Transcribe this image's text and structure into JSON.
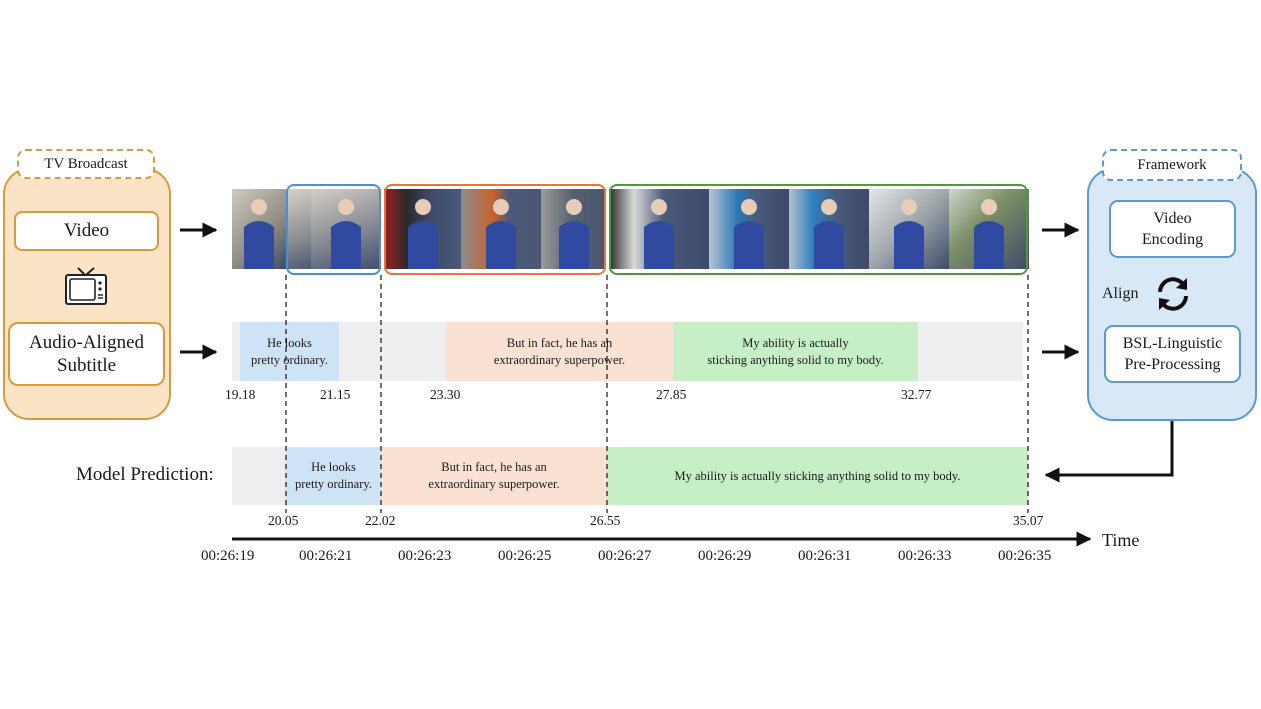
{
  "tv_broadcast": {
    "label": "TV Broadcast",
    "video": "Video",
    "subtitle_line1": "Audio-Aligned",
    "subtitle_line2": "Subtitle"
  },
  "framework": {
    "label": "Framework",
    "video_encoding_line1": "Video",
    "video_encoding_line2": "Encoding",
    "align": "Align",
    "preproc_line1": "BSL-Linguistic",
    "preproc_line2": "Pre-Processing"
  },
  "subtitles": {
    "s1_line1": "He looks",
    "s1_line2": "pretty ordinary.",
    "s2_line1": "But in fact, he has an",
    "s2_line2": "extraordinary superpower.",
    "s3_line1": "My ability is actually",
    "s3_line2": "sticking anything solid to my body."
  },
  "subtitle_ticks": [
    "19.18",
    "21.15",
    "23.30",
    "27.85",
    "32.77"
  ],
  "prediction": {
    "label": "Model Prediction:",
    "p1_line1": "He looks",
    "p1_line2": "pretty ordinary.",
    "p2_line1": "But in fact, he has an",
    "p2_line2": "extraordinary superpower.",
    "p3": "My ability is actually sticking anything solid to my body."
  },
  "prediction_ticks": [
    "20.05",
    "22.02",
    "26.55",
    "35.07"
  ],
  "timeline": {
    "label": "Time",
    "clocks": [
      "00:26:19",
      "00:26:21",
      "00:26:23",
      "00:26:25",
      "00:26:27",
      "00:26:29",
      "00:26:31",
      "00:26:33",
      "00:26:35"
    ]
  },
  "colors": {
    "orange": "#d99a3c",
    "blue": "#5a99d4",
    "seg_blue": "#4a8fd6",
    "seg_orange": "#e8743a",
    "seg_green": "#4c9a3a",
    "fill_blue": "#cfe3f6",
    "fill_peach": "#fbe1d4",
    "fill_green": "#c6efc6",
    "fill_gray": "#eeeeee"
  }
}
